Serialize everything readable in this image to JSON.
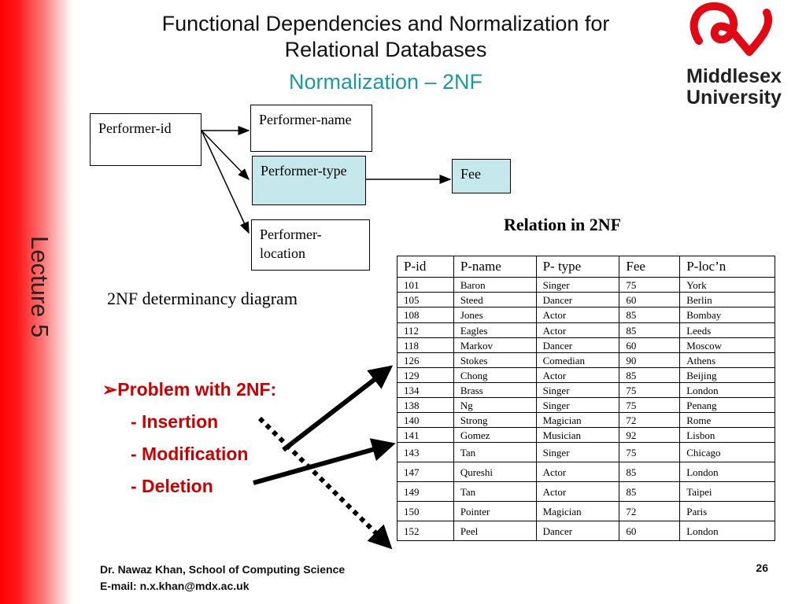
{
  "lecture_label": "Lecture 5",
  "title_line1": "Functional Dependencies and Normalization for",
  "title_line2": "Relational Databases",
  "subtitle": "Normalization – 2NF",
  "logo": {
    "line1": "Middlesex",
    "line2": "University",
    "icon": "middlesex-logo-icon",
    "color": "#e30613"
  },
  "diagram": {
    "key_box": "Performer-id",
    "name_box": "Performer-name",
    "type_box": "Performer-type",
    "location_box": "Performer-location",
    "fee_box": "Fee",
    "caption": "2NF determinancy diagram"
  },
  "relation": {
    "title": "Relation in 2NF",
    "headers": [
      "P-id",
      "P-name",
      "P- type",
      "Fee",
      "P-loc’n"
    ],
    "rows": [
      [
        "101",
        "Baron",
        "Singer",
        "75",
        "York"
      ],
      [
        "105",
        "Steed",
        "Dancer",
        "60",
        "Berlin"
      ],
      [
        "108",
        "Jones",
        "Actor",
        "85",
        "Bombay"
      ],
      [
        "112",
        "Eagles",
        "Actor",
        "85",
        "Leeds"
      ],
      [
        "118",
        "Markov",
        "Dancer",
        "60",
        "Moscow"
      ],
      [
        "126",
        "Stokes",
        "Comedian",
        "90",
        "Athens"
      ],
      [
        "129",
        "Chong",
        "Actor",
        "85",
        "Beijing"
      ],
      [
        "134",
        "Brass",
        "Singer",
        "75",
        "London"
      ],
      [
        "138",
        "Ng",
        "Singer",
        "75",
        "Penang"
      ],
      [
        "140",
        "Strong",
        "Magician",
        "72",
        "Rome"
      ],
      [
        "141",
        "Gomez",
        "Musician",
        "92",
        "Lisbon"
      ],
      [
        "143",
        "Tan",
        "Singer",
        "75",
        "Chicago"
      ],
      [
        "147",
        "Qureshi",
        "Actor",
        "85",
        "London"
      ],
      [
        "149",
        "Tan",
        "Actor",
        "85",
        "Taipei"
      ],
      [
        "150",
        "Pointer",
        "Magician",
        "72",
        "Paris"
      ],
      [
        "152",
        "Peel",
        "Dancer",
        "60",
        "London"
      ]
    ]
  },
  "problems": {
    "heading": "Problem with 2NF:",
    "items": [
      "- Insertion",
      "- Modification",
      "- Deletion"
    ],
    "color": "#cc0000"
  },
  "footer": {
    "author": "Dr. Nawaz Khan, School of Computing Science",
    "email": "E-mail: n.x.khan@mdx.ac.uk",
    "page_number": "26"
  }
}
